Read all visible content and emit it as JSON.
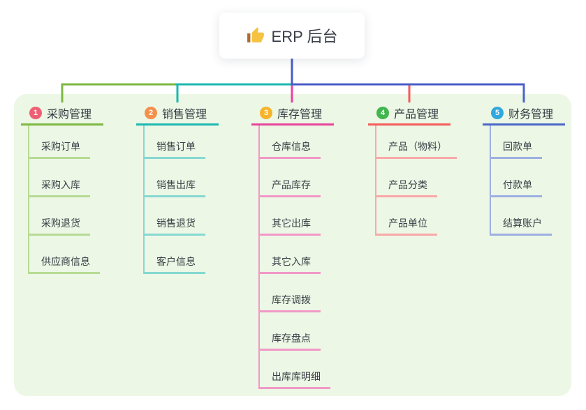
{
  "root": {
    "label": "ERP 后台",
    "icon": "thumbs-up-icon"
  },
  "colors": {
    "panel_bg": "#ecf7e5",
    "trunk_blue": "#4a5cc5",
    "trunk_green": "#7db843",
    "trunk_teal": "#1cb8b0",
    "drop_magenta": "#e8439b",
    "drop_coral": "#f65b5b"
  },
  "branches": [
    {
      "badge": "1",
      "label": "采购管理",
      "badge_color": "#ee5f74",
      "color": "#7db843",
      "color_light": "#b6db94",
      "children": [
        "采购订单",
        "采购入库",
        "采购退货",
        "供应商信息"
      ]
    },
    {
      "badge": "2",
      "label": "销售管理",
      "badge_color": "#f4904a",
      "color": "#1cb8b0",
      "color_light": "#86d8d2",
      "children": [
        "销售订单",
        "销售出库",
        "销售退货",
        "客户信息"
      ]
    },
    {
      "badge": "3",
      "label": "库存管理",
      "badge_color": "#f7b32b",
      "color": "#e8439b",
      "color_light": "#f298c7",
      "children": [
        "仓库信息",
        "产品库存",
        "其它出库",
        "其它入库",
        "库存调拨",
        "库存盘点",
        "出库库明细"
      ]
    },
    {
      "badge": "4",
      "label": "产品管理",
      "badge_color": "#41b64f",
      "color": "#f65b5b",
      "color_light": "#f9a8a8",
      "children": [
        "产品（物料）",
        "产品分类",
        "产品单位"
      ]
    },
    {
      "badge": "5",
      "label": "财务管理",
      "badge_color": "#31a8dd",
      "color": "#4a66c8",
      "color_light": "#9dafe2",
      "children": [
        "回款单",
        "付款单",
        "结算账户"
      ]
    }
  ]
}
